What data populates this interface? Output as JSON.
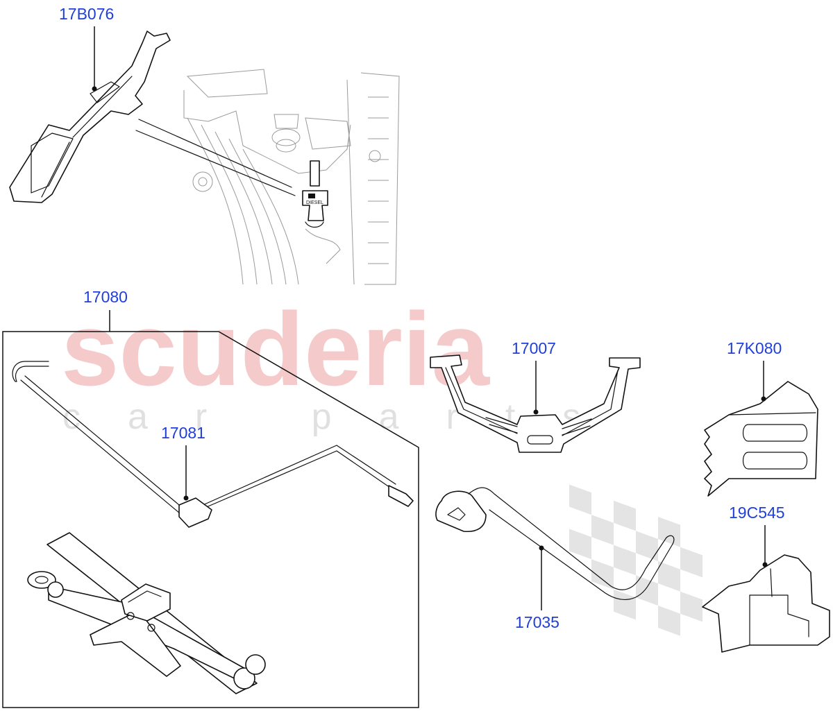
{
  "watermark": {
    "brand": "scuderia",
    "sub": "car parts"
  },
  "callouts": {
    "c17B076": "17B076",
    "c17080": "17080",
    "c17081": "17081",
    "c17007": "17007",
    "c17K080": "17K080",
    "c19C545": "19C545",
    "c17035": "17035"
  },
  "labels": {
    "diesel": "DIESEL"
  },
  "colors": {
    "callout": "#1f3fd6",
    "watermark_red": "#f2b5b5",
    "watermark_grey": "#d9d9d9"
  }
}
